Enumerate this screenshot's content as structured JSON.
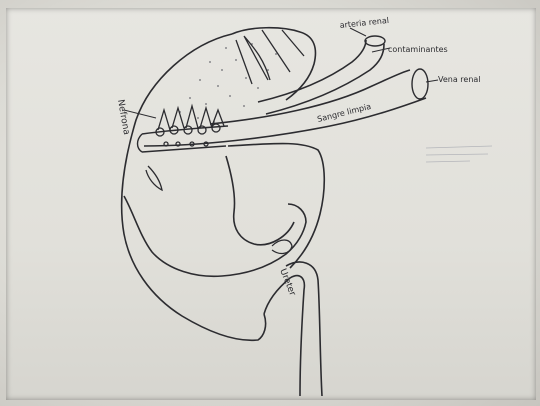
{
  "labels": {
    "arteria_renal": "arteria renal",
    "contaminantes": "contaminantes",
    "vena_renal": "Vena renal",
    "sangre_limpia": "Sangre limpia",
    "nefrona": "Nefrona",
    "ureter": "Ureter"
  },
  "faint_note": {
    "line1": "",
    "line2": "",
    "line3": ""
  },
  "colors": {
    "ink": "#2c2c30",
    "paper": "#e4e3de",
    "shadow": "#2a2622"
  }
}
